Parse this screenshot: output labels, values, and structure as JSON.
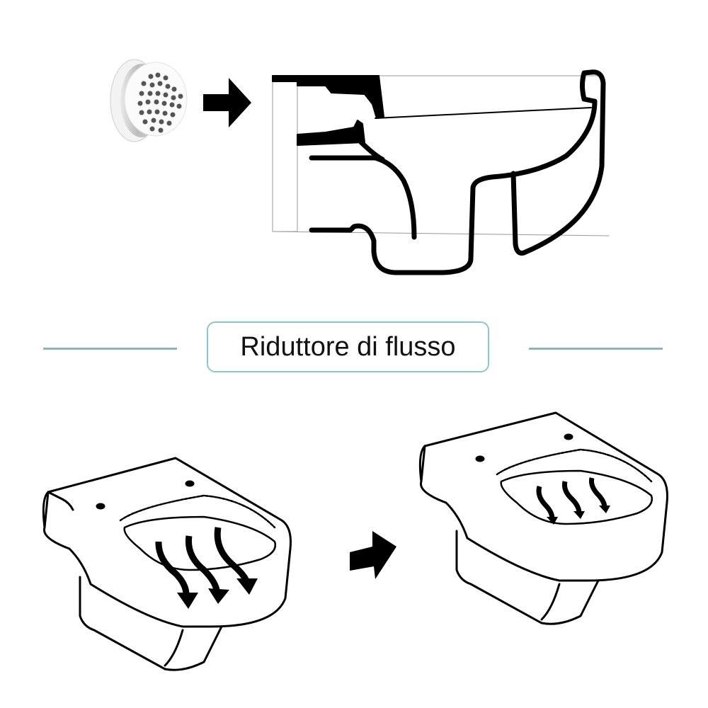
{
  "title": "Riduttore di flusso",
  "colors": {
    "accent_line": "#7fb7c3",
    "label_border": "#8cc4d0",
    "outline": "#000000",
    "background": "#ffffff"
  },
  "top_section": {
    "items": [
      {
        "name": "flow-reducer-insert",
        "description": "perforated round flow reducer disc"
      },
      {
        "name": "arrow",
        "direction": "right"
      },
      {
        "name": "toilet-cross-section",
        "description": "wall-hung toilet side cross-section"
      }
    ]
  },
  "bottom_section": {
    "items": [
      {
        "name": "toilet-before",
        "description": "wall-hung toilet with strong water flow",
        "flow_arrows": 3
      },
      {
        "name": "arrow",
        "direction": "right"
      },
      {
        "name": "toilet-after",
        "description": "wall-hung toilet with reduced water flow",
        "flow_arrows": 3
      }
    ]
  }
}
